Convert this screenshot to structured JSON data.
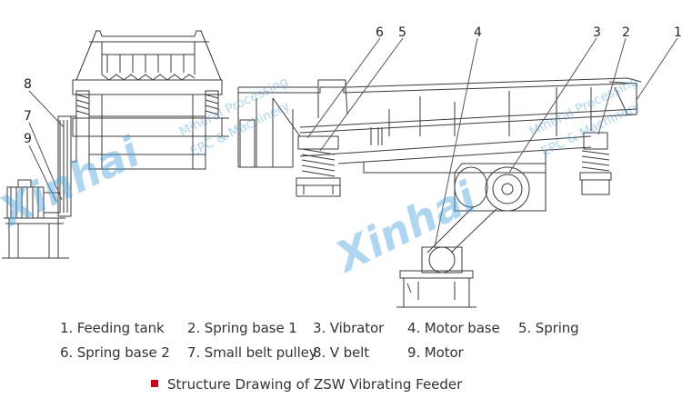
{
  "callouts": [
    "1",
    "2",
    "3",
    "4",
    "5",
    "6",
    "7",
    "8",
    "9"
  ],
  "legend": [
    "1. Feeding tank",
    "2. Spring base 1",
    "3. Vibrator",
    "4. Motor base",
    "5. Spring",
    "6. Spring base 2",
    "7. Small belt pulley",
    "8. V belt",
    "9. Motor"
  ],
  "caption": "Structure Drawing of ZSW Vibrating Feeder",
  "watermark": {
    "logo": "Xinhai",
    "line1": "Mineral Processing",
    "line2": "EPC & Machinery"
  },
  "colors": {
    "line": "#3a3a3a",
    "watermark": "#4aa3df",
    "bullet": "#d0021b",
    "text": "#333333"
  }
}
